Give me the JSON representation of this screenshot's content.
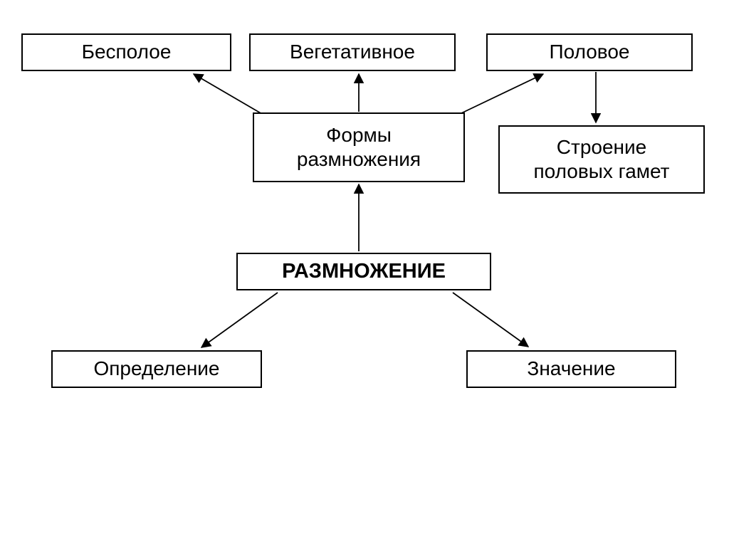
{
  "diagram": {
    "title_node": "РАЗМНОЖЕНИЕ",
    "nodes": {
      "asexual": "Бесполое",
      "vegetative": "Вегетативное",
      "sexual": "Половое",
      "forms": "Формы размножения",
      "gamete_structure": "Строение половых гамет",
      "reproduction": "РАЗМНОЖЕНИЕ",
      "definition": "Определение",
      "significance": "Значение"
    },
    "edges": [
      {
        "from": "forms",
        "to": "asexual"
      },
      {
        "from": "forms",
        "to": "vegetative"
      },
      {
        "from": "forms",
        "to": "sexual"
      },
      {
        "from": "sexual",
        "to": "gamete_structure"
      },
      {
        "from": "reproduction",
        "to": "forms"
      },
      {
        "from": "reproduction",
        "to": "definition"
      },
      {
        "from": "reproduction",
        "to": "significance"
      }
    ],
    "colors": {
      "background": "#ffffff",
      "box_border": "#000000",
      "text": "#000000"
    }
  }
}
